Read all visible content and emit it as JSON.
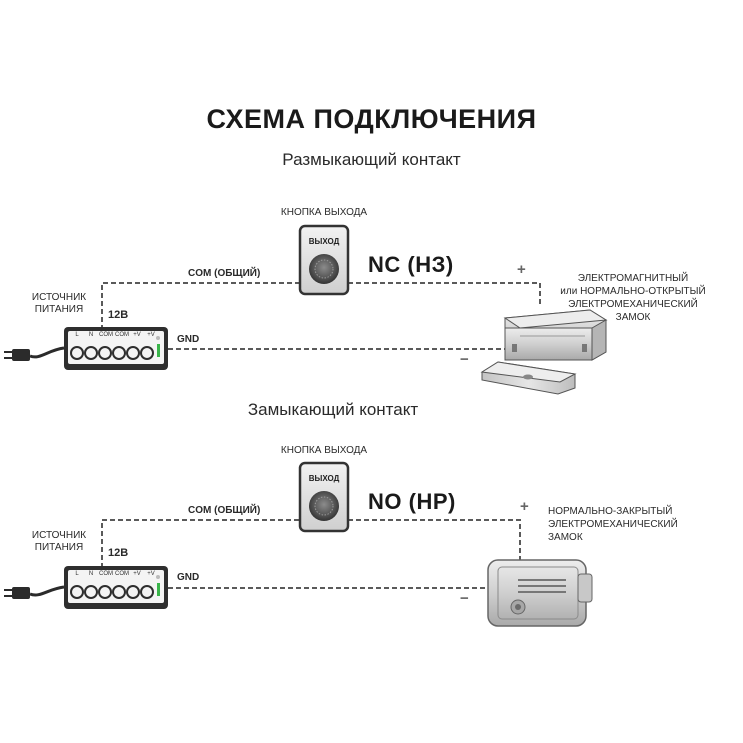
{
  "title": "СХЕМА ПОДКЛЮЧЕНИЯ",
  "schemes": [
    {
      "subtitle": "Размыкающий контакт",
      "button_label": "КНОПКА ВЫХОДА",
      "button_text": "ВЫХОД",
      "contact": "NC (НЗ)",
      "com_label": "COM (ОБЩИЙ)",
      "gnd_label": "GND",
      "voltage": "12В",
      "source_line1": "ИСТОЧНИК",
      "source_line2": "ПИТАНИЯ",
      "plus": "+",
      "minus": "−",
      "lock_desc": [
        "ЭЛЕКТРОМАГНИТНЫЙ",
        "или НОРМАЛЬНО-ОТКРЫТЫЙ",
        "ЭЛЕКТРОМЕХАНИЧЕСКИЙ",
        "ЗАМОК"
      ]
    },
    {
      "subtitle": "Замыкающий контакт",
      "button_label": "КНОПКА ВЫХОДА",
      "button_text": "ВЫХОД",
      "contact": "NO (НР)",
      "com_label": "COM (ОБЩИЙ)",
      "gnd_label": "GND",
      "voltage": "12В",
      "source_line1": "ИСТОЧНИК",
      "source_line2": "ПИТАНИЯ",
      "plus": "+",
      "minus": "−",
      "lock_desc": [
        "НОРМАЛЬНО-ЗАКРЫТЫЙ",
        "ЭЛЕКТРОМЕХАНИЧЕСКИЙ",
        "ЗАМОК"
      ]
    }
  ],
  "psu_terminals": [
    "L",
    "N",
    "COM",
    "COM",
    "+V",
    "+V"
  ],
  "colors": {
    "wire": "#5a5a5a",
    "device_dark": "#333333",
    "metal_light": "#e3e3e3",
    "metal_mid": "#b9b9b9",
    "led": "#39b54a"
  }
}
